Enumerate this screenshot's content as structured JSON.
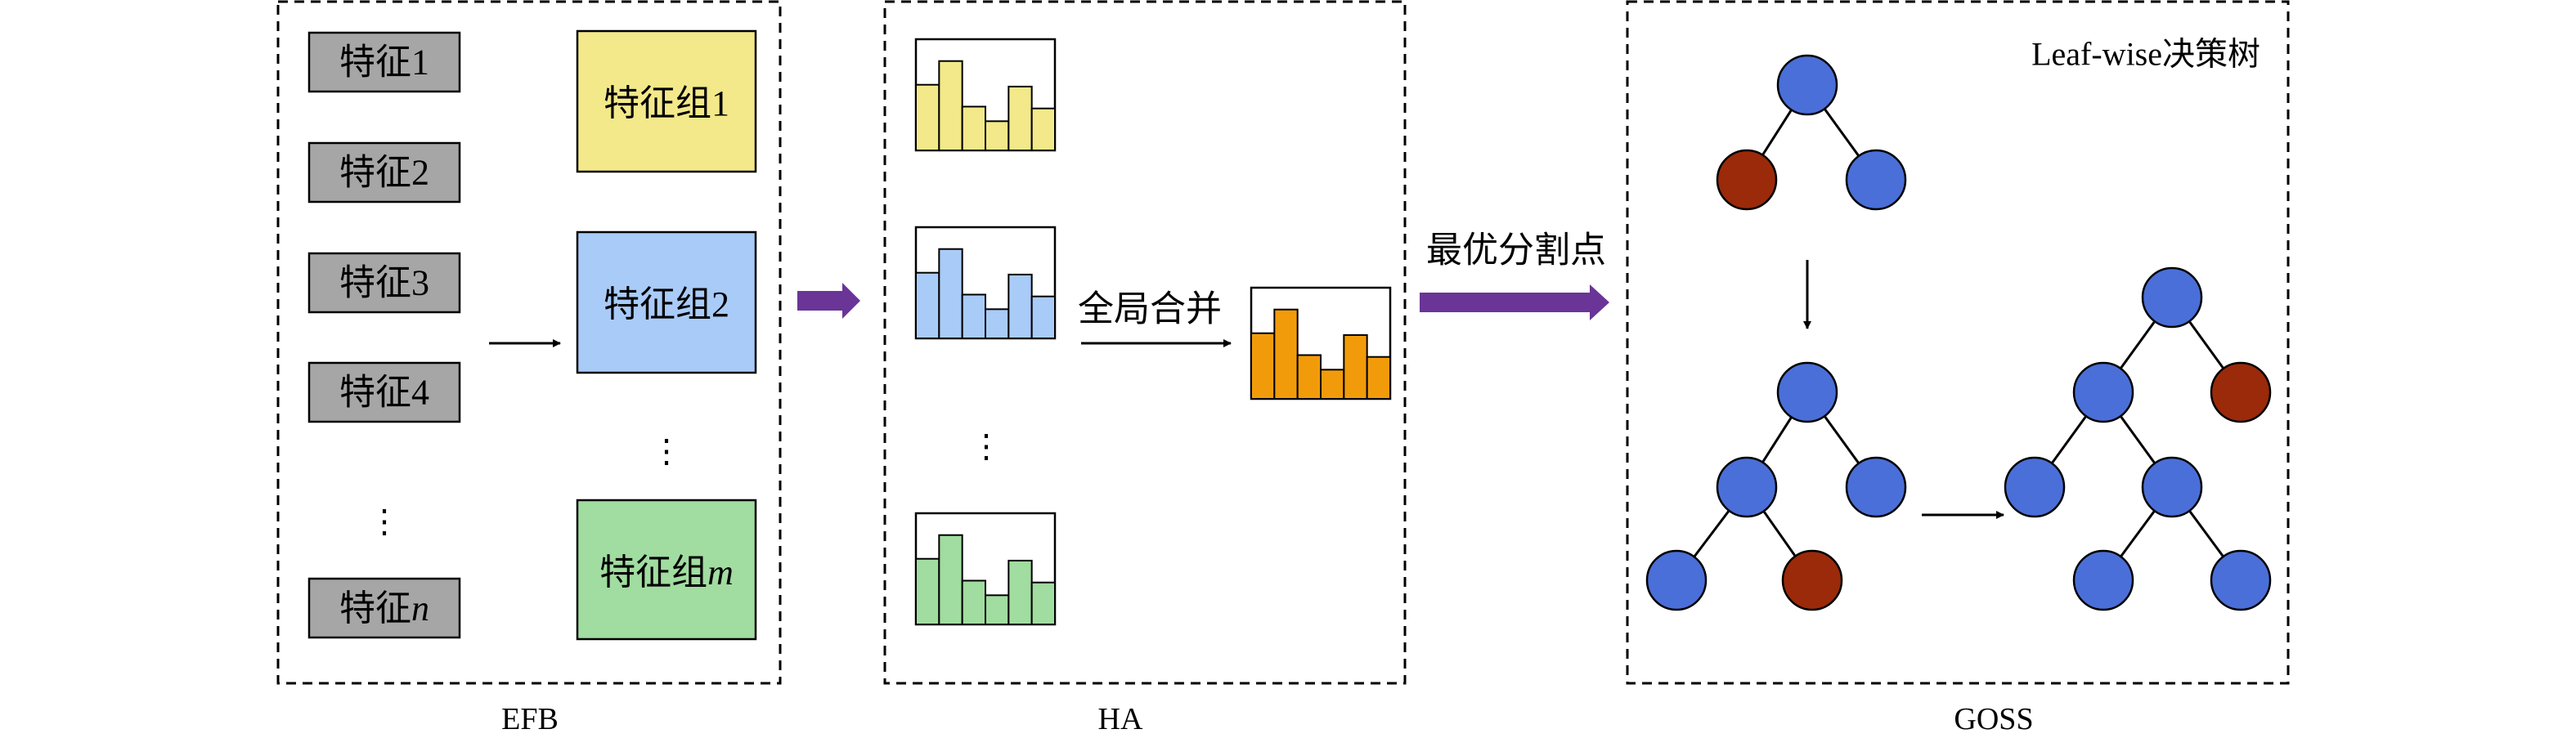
{
  "efb": {
    "caption": "EFB",
    "features": [
      "特征1",
      "特征2",
      "特征3",
      "特征4"
    ],
    "feature_n": {
      "prefix": "特征",
      "var": "n"
    },
    "groups": [
      {
        "prefix": "特征组",
        "suffix": "1",
        "italic": false,
        "color": "#f3e98a"
      },
      {
        "prefix": "特征组",
        "suffix": "2",
        "italic": false,
        "color": "#a9cbf7"
      },
      {
        "prefix": "特征组",
        "suffix": "m",
        "italic": true,
        "color": "#a1dca0"
      }
    ],
    "feature_box_color": "#a6a6a6",
    "ellipsis": "⋮"
  },
  "ha": {
    "caption": "HA",
    "merge_label": "全局合并",
    "histogram_colors": [
      "#f3e98a",
      "#a9cbf7",
      "#a1dca0"
    ],
    "merged_color": "#f29b0a",
    "ellipsis": "⋮"
  },
  "connector": {
    "split_label": "最优分割点",
    "arrow_color": "#6a3596"
  },
  "goss": {
    "caption": "GOSS",
    "title": "Leaf-wise决策树",
    "node_blue": "#4a6fd8",
    "node_red": "#9a2a0a"
  }
}
